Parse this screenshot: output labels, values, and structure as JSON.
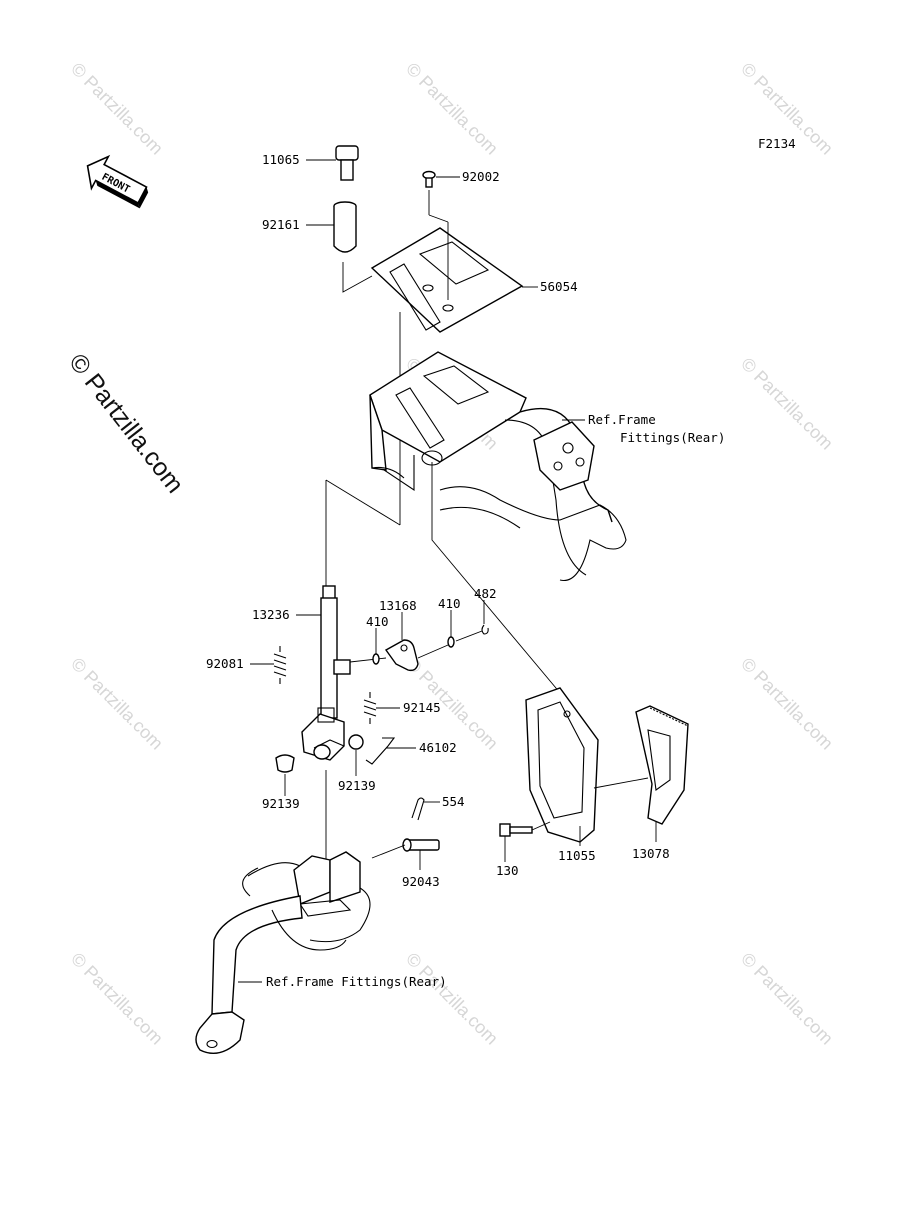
{
  "diagram_code": "F2134",
  "brand_text": "© Partzilla.com",
  "watermark_text": "© Partzilla.com",
  "front_label": "FRONT",
  "parts": [
    {
      "id": "p11065",
      "label": "11065"
    },
    {
      "id": "p92002",
      "label": "92002"
    },
    {
      "id": "p92161",
      "label": "92161"
    },
    {
      "id": "p56054",
      "label": "56054"
    },
    {
      "id": "p13236",
      "label": "13236"
    },
    {
      "id": "p13168",
      "label": "13168"
    },
    {
      "id": "p410a",
      "label": "410"
    },
    {
      "id": "p410b",
      "label": "410"
    },
    {
      "id": "p482",
      "label": "482"
    },
    {
      "id": "p92081",
      "label": "92081"
    },
    {
      "id": "p92145",
      "label": "92145"
    },
    {
      "id": "p46102",
      "label": "46102"
    },
    {
      "id": "p92139a",
      "label": "92139"
    },
    {
      "id": "p92139b",
      "label": "92139"
    },
    {
      "id": "p554",
      "label": "554"
    },
    {
      "id": "p92043",
      "label": "92043"
    },
    {
      "id": "p130",
      "label": "130"
    },
    {
      "id": "p11055",
      "label": "11055"
    },
    {
      "id": "p13078",
      "label": "13078"
    }
  ],
  "references": {
    "frame_top_line1": "Ref.Frame",
    "frame_top_line2": "Fittings(Rear)",
    "frame_bottom": "Ref.Frame Fittings(Rear)"
  }
}
